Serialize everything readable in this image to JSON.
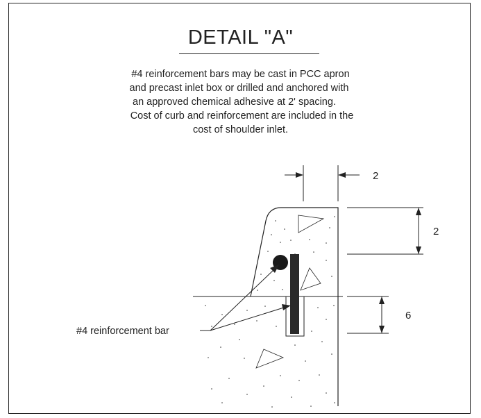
{
  "title": "DETAIL \"A\"",
  "note_lines": [
    "#4 reinforcement bars may be cast in PCC apron",
    "and precast inlet box or drilled and anchored with",
    "an approved chemical adhesive at 2' spacing.",
    "Cost of curb and reinforcement are included in the",
    "cost of shoulder inlet."
  ],
  "dimensions": {
    "curb_width": "2",
    "curb_height": "2",
    "embed_depth": "6"
  },
  "callout": {
    "label": "#4 reinforcement bar"
  }
}
